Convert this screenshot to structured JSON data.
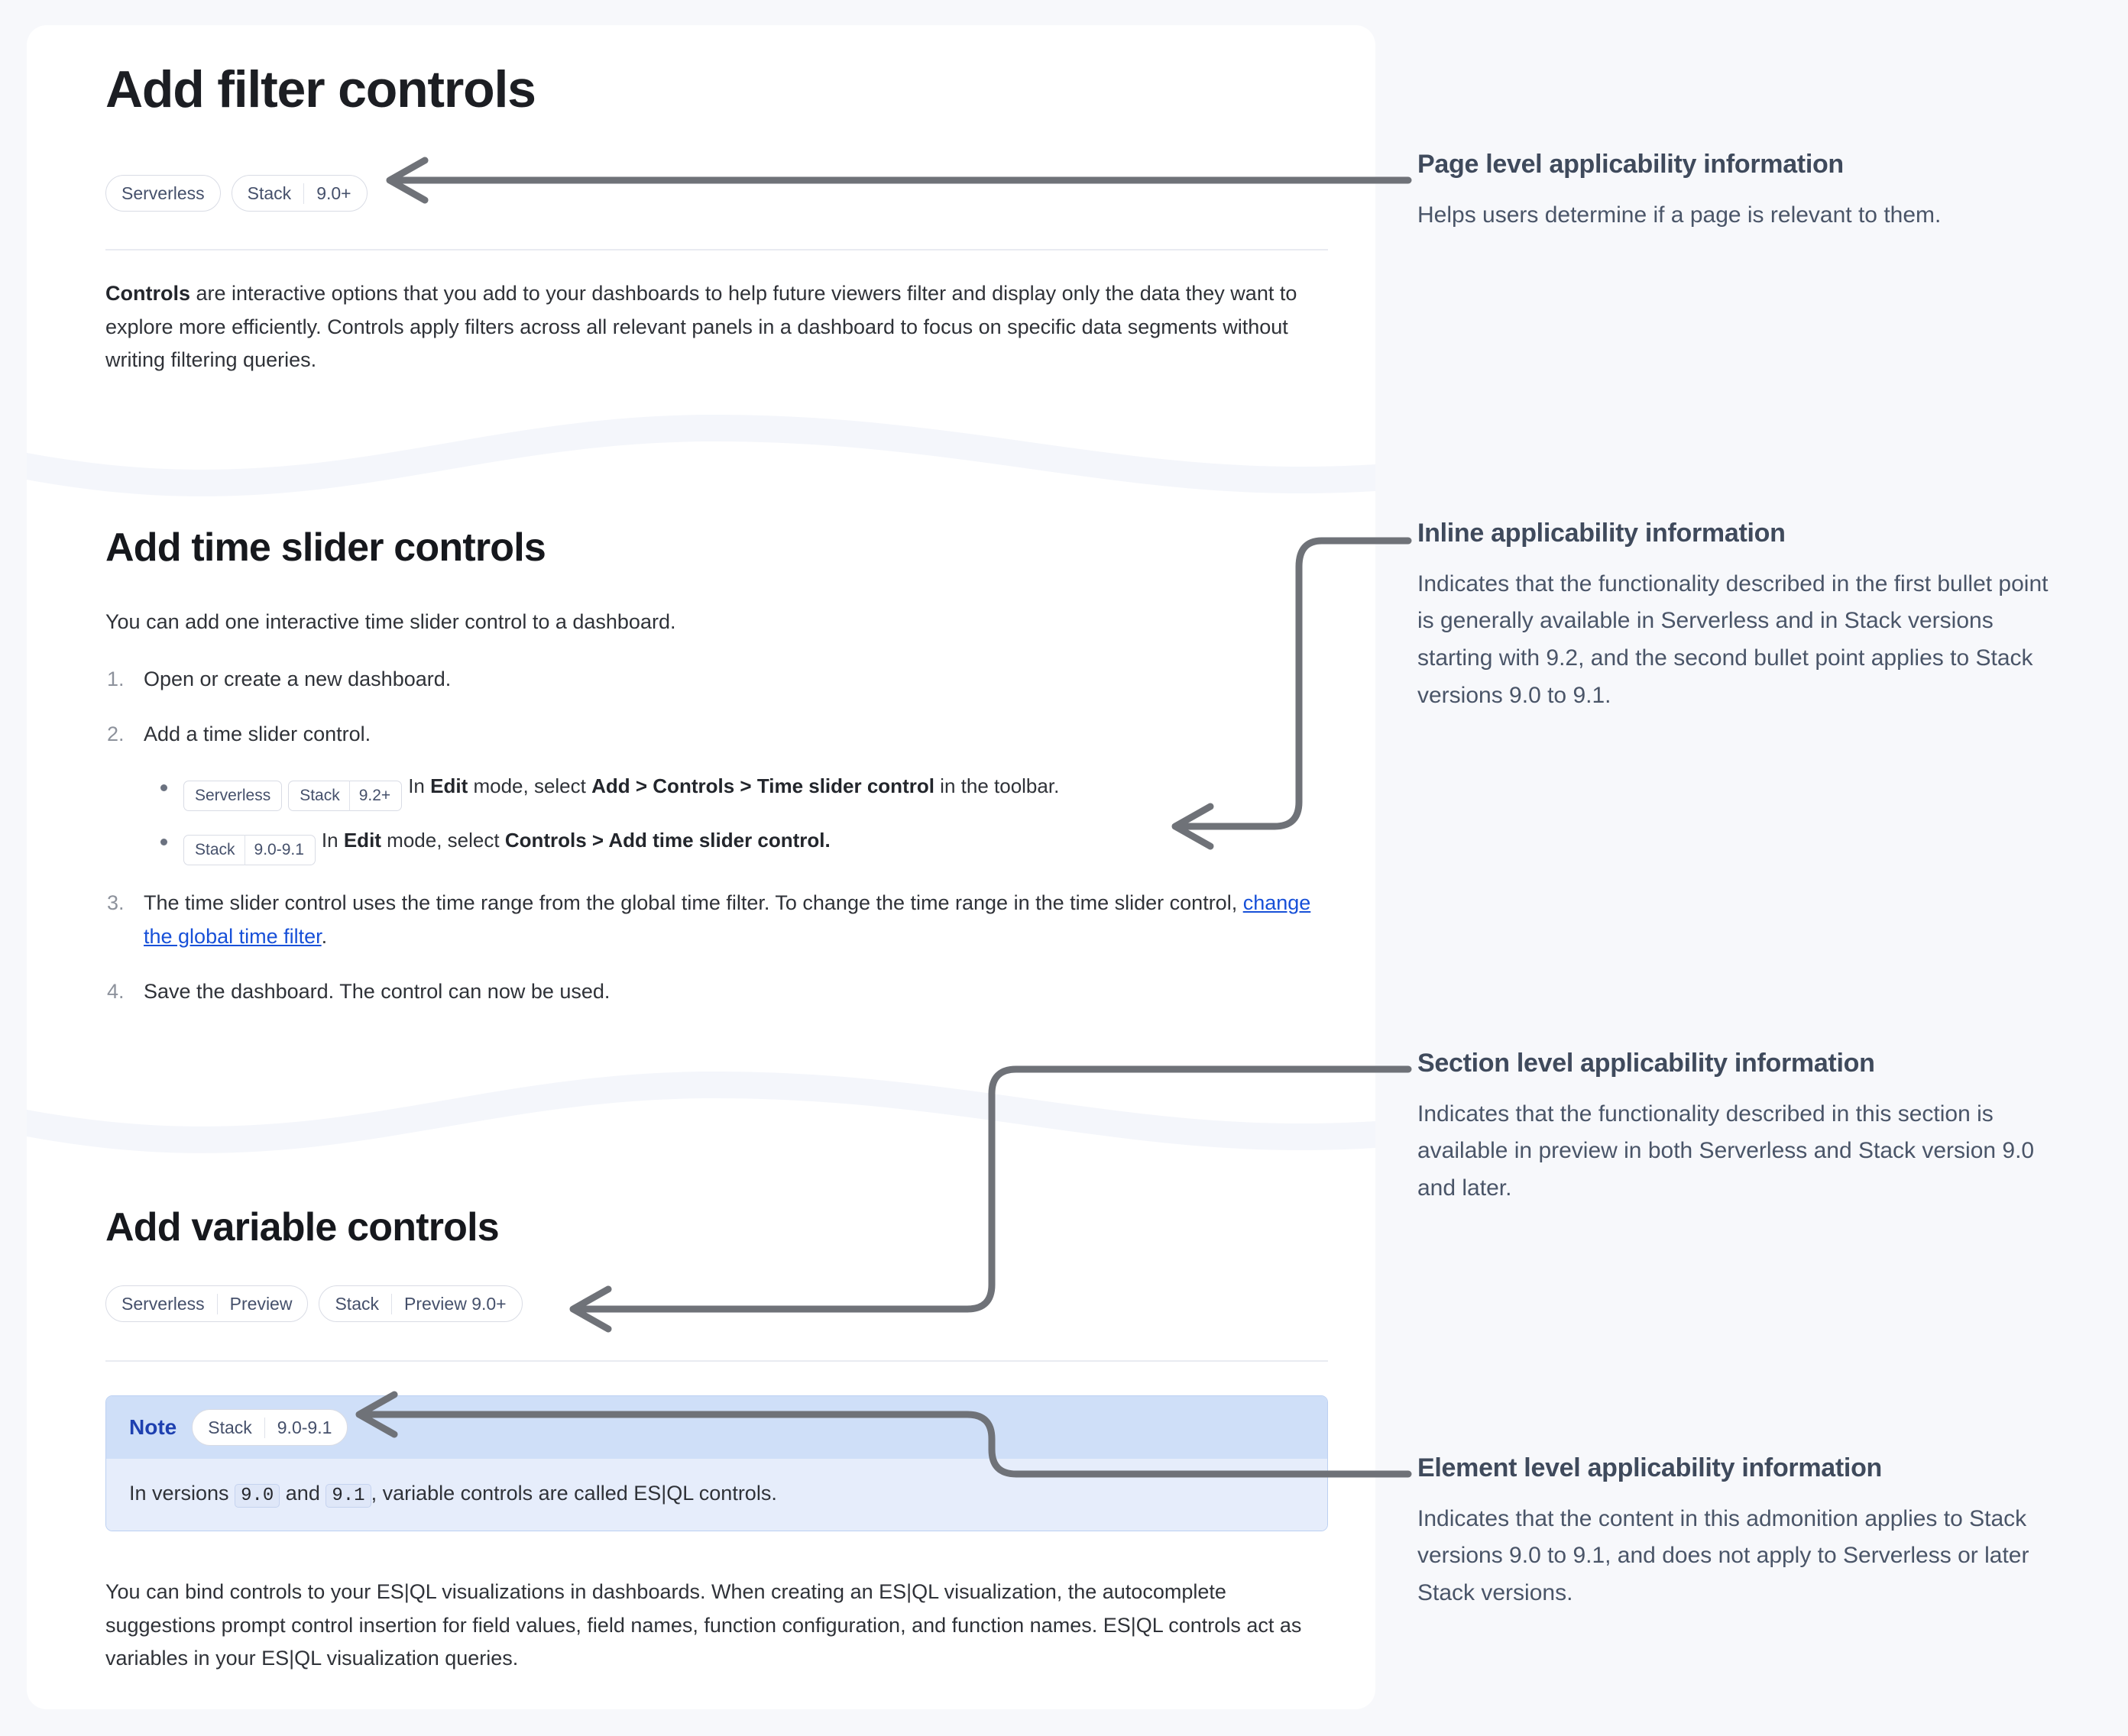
{
  "doc": {
    "page_title": "Add filter controls",
    "page_badges": [
      {
        "name": "page-badge-serverless",
        "segments": [
          "Serverless"
        ]
      },
      {
        "name": "page-badge-stack",
        "segments": [
          "Stack",
          "9.0+"
        ]
      }
    ],
    "intro_lead": "Controls",
    "intro_rest": " are interactive options that you add to your dashboards to help future viewers filter and display only the data they want to explore more efficiently. Controls apply filters across all relevant panels in a dashboard to focus on specific data segments without writing filtering queries.",
    "section_time_slider": {
      "title": "Add time slider controls",
      "lead": "You can add one interactive time slider control to a dashboard.",
      "step1": "Open or create a new dashboard.",
      "step2": "Add a time slider control.",
      "bullet1": {
        "chips": [
          {
            "segments": [
              "Serverless"
            ]
          },
          {
            "segments": [
              "Stack",
              "9.2+"
            ]
          }
        ],
        "text_parts": [
          "In ",
          "Edit",
          " mode, select ",
          "Add",
          " > ",
          "Controls",
          " > ",
          "Time slider control",
          " in the toolbar."
        ]
      },
      "bullet2": {
        "chips": [
          {
            "segments": [
              "Stack",
              "9.0-9.1"
            ]
          }
        ],
        "text_parts": [
          "In ",
          "Edit",
          " mode, select ",
          "Controls",
          " > ",
          "Add time slider control",
          "."
        ]
      },
      "step3_before": "The time slider control uses the time range from the global time filter. To change the time range in the time slider control, ",
      "step3_link": "change the global time filter",
      "step3_after": ".",
      "step4": "Save the dashboard. The control can now be used."
    },
    "section_variable": {
      "title": "Add variable controls",
      "badges": [
        {
          "name": "section-badge-serverless",
          "segments": [
            "Serverless",
            "Preview"
          ]
        },
        {
          "name": "section-badge-stack",
          "segments": [
            "Stack",
            "Preview 9.0+"
          ]
        }
      ],
      "note": {
        "label": "Note",
        "badge": {
          "segments": [
            "Stack",
            "9.0-9.1"
          ]
        },
        "body_before": "In versions ",
        "code1": "9.0",
        "body_mid": " and ",
        "code2": "9.1",
        "body_after": ", variable controls are called ES|QL controls."
      },
      "paragraph": "You can bind controls to your ES|QL visualizations in dashboards. When creating an ES|QL visualization, the autocomplete suggestions prompt control insertion for field values, field names, function configuration, and function names. ES|QL controls act as variables in your ES|QL visualization queries."
    }
  },
  "annotations": [
    {
      "name": "annotation-page-level",
      "title": "Page level applicability information",
      "body": "Helps users determine if a page is relevant to them."
    },
    {
      "name": "annotation-inline",
      "title": "Inline applicability information",
      "body": "Indicates that the functionality described in the first bullet point is generally available in Serverless and in Stack versions starting with 9.2, and the second bullet point applies to Stack versions 9.0 to 9.1."
    },
    {
      "name": "annotation-section-level",
      "title": "Section level applicability information",
      "body": "Indicates that the functionality described in this section is available in preview in both Serverless and Stack version 9.0 and later."
    },
    {
      "name": "annotation-element-level",
      "title": "Element level applicability information",
      "body": "Indicates that the content in this admonition applies to Stack versions 9.0 to 9.1, and does not apply to Serverless or later Stack versions."
    }
  ],
  "colors": {
    "page_background": "#f7f8fb",
    "card_background": "#ffffff",
    "link": "#1750d8",
    "connector": "#6f7278",
    "admonition_header": "#cfdff8",
    "admonition_body": "#e6edfb",
    "admonition_title": "#1e40b0",
    "badge_text": "#45506b",
    "annotation_title": "#3f4a5c",
    "annotation_body": "#4a5568"
  }
}
